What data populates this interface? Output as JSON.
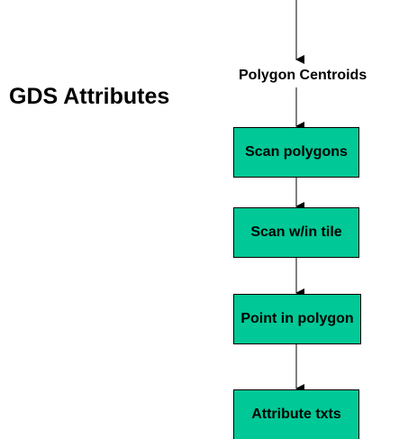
{
  "diagram": {
    "title": "GDS Attributes",
    "input_label": "Polygon Centroids",
    "steps": [
      "Scan polygons",
      "Scan w/in tile",
      "Point in polygon",
      "Attribute txts"
    ]
  },
  "colors": {
    "box_fill": "#00c896",
    "box_border": "#000000",
    "text": "#000000",
    "background": "#ffffff"
  }
}
